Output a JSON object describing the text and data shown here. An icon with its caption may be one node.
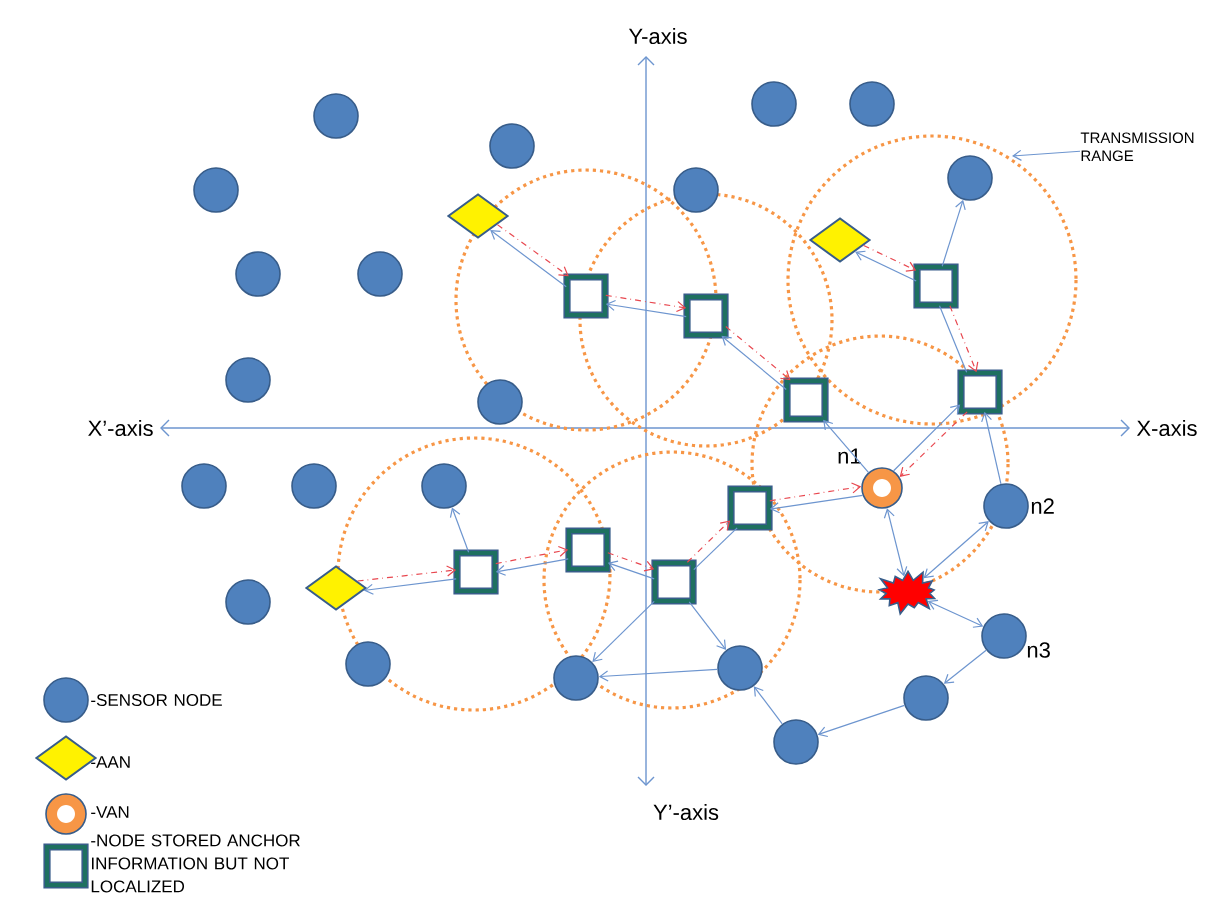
{
  "diagram": {
    "nodes": [
      {
        "text": [],
        "shape": "circle"
      },
      {
        "text": [],
        "shape": "circle"
      },
      {
        "text": [],
        "shape": "circle"
      },
      {
        "text": [],
        "shape": "circle"
      },
      {
        "text": [],
        "shape": "circle"
      },
      {
        "text": [],
        "shape": "circle"
      },
      {
        "text": [],
        "shape": "circle"
      },
      {
        "text": [],
        "shape": "circle"
      },
      {
        "text": [],
        "shape": "circle"
      },
      {
        "text": [],
        "shape": "circle"
      },
      {
        "text": [],
        "shape": "circle"
      },
      {
        "text": [],
        "shape": "diamond"
      },
      {
        "text": [],
        "shape": "diamond"
      },
      {
        "text": [],
        "shape": "box"
      },
      {
        "text": [],
        "shape": "box"
      },
      {
        "text": [],
        "shape": "box"
      },
      {
        "text": [],
        "shape": "box"
      },
      {
        "text": [],
        "shape": "box"
      },
      {
        "text": [],
        "shape": "ring",
        "beside": [
          "n1"
        ]
      },
      {
        "text": [],
        "shape": "circle"
      },
      {
        "text": [],
        "shape": "circle"
      },
      {
        "text": [],
        "shape": "circle"
      },
      {
        "text": [],
        "shape": "circle",
        "beside": [
          "n2"
        ]
      },
      {
        "text": [],
        "shape": "box"
      },
      {
        "text": [],
        "shape": "box"
      },
      {
        "text": [],
        "shape": "box"
      },
      {
        "text": [],
        "shape": "box"
      },
      {
        "text": [],
        "shape": "diamond"
      },
      {
        "text": [],
        "shape": "star"
      },
      {
        "text": [],
        "shape": "circle"
      },
      {
        "text": [],
        "shape": "circle",
        "beside": [
          "n3"
        ]
      },
      {
        "text": [],
        "shape": "circle"
      },
      {
        "text": [],
        "shape": "circle"
      },
      {
        "text": [],
        "shape": "circle"
      },
      {
        "text": [],
        "shape": "circle"
      },
      {
        "text": [],
        "shape": "circle"
      },
      {
        "text": [
          "TRANSMISSION RANGE"
        ]
      }
    ],
    "edges": [
      {
        "from": 13,
        "to": 11,
        "arrow": "to"
      },
      {
        "from": 11,
        "to": 13,
        "arrow": "to",
        "style": "dashed",
        "color": "#e8474f"
      },
      {
        "from": 14,
        "to": 13,
        "arrow": "to"
      },
      {
        "from": 13,
        "to": 14,
        "arrow": "to",
        "style": "dashed",
        "color": "#e8474f"
      },
      {
        "from": 16,
        "to": 14,
        "arrow": "to"
      },
      {
        "from": 14,
        "to": 16,
        "arrow": "to",
        "style": "dashed",
        "color": "#e8474f"
      },
      {
        "from": 15,
        "to": 12,
        "arrow": "to"
      },
      {
        "from": 12,
        "to": 15,
        "arrow": "to",
        "style": "dashed",
        "color": "#e8474f"
      },
      {
        "from": 15,
        "to": 10,
        "arrow": "to"
      },
      {
        "from": 15,
        "to": 17,
        "arrow": "to",
        "style": "dashed",
        "color": "#e8474f"
      },
      {
        "from": 17,
        "to": 15,
        "arrow": "none"
      },
      {
        "from": 18,
        "to": 16,
        "arrow": "to"
      },
      {
        "from": 17,
        "to": 18,
        "arrow": "to",
        "style": "dashed",
        "color": "#e8474f"
      },
      {
        "from": 18,
        "to": 17,
        "arrow": "to"
      },
      {
        "from": 23,
        "to": 18,
        "arrow": "to",
        "style": "dashed",
        "color": "#e8474f"
      },
      {
        "from": 18,
        "to": 23,
        "arrow": "to"
      },
      {
        "from": 26,
        "to": 23,
        "arrow": "to",
        "style": "dashed",
        "color": "#e8474f"
      },
      {
        "from": 23,
        "to": 26,
        "arrow": "none"
      },
      {
        "from": 24,
        "to": 26,
        "arrow": "to",
        "style": "dashed",
        "color": "#e8474f"
      },
      {
        "from": 26,
        "to": 24,
        "arrow": "to"
      },
      {
        "from": 25,
        "to": 24,
        "arrow": "to",
        "style": "dashed",
        "color": "#e8474f"
      },
      {
        "from": 24,
        "to": 25,
        "arrow": "to"
      },
      {
        "from": 27,
        "to": 25,
        "arrow": "to",
        "style": "dashed",
        "color": "#e8474f"
      },
      {
        "from": 25,
        "to": 27,
        "arrow": "to"
      },
      {
        "from": 25,
        "to": 21,
        "arrow": "to"
      },
      {
        "from": 26,
        "to": 32,
        "arrow": "to"
      },
      {
        "from": 26,
        "to": 33,
        "arrow": "to"
      },
      {
        "from": 32,
        "to": 33,
        "arrow": "to"
      },
      {
        "from": 35,
        "to": 32,
        "arrow": "to"
      },
      {
        "from": 34,
        "to": 35,
        "arrow": "to"
      },
      {
        "from": 30,
        "to": 34,
        "arrow": "to"
      },
      {
        "from": 28,
        "to": 30,
        "arrow": "both"
      },
      {
        "from": 28,
        "to": 22,
        "arrow": "both"
      },
      {
        "from": 28,
        "to": 18,
        "arrow": "both"
      },
      {
        "from": 22,
        "to": 17,
        "arrow": "to"
      },
      {
        "from": 36,
        "to": null,
        "arrow": "to"
      }
    ],
    "labels": [
      "Y-axis",
      "X’-axis",
      "X-axis",
      "Y’-axis"
    ],
    "legend": [
      {
        "text": "-SENSOR NODE"
      },
      {
        "text": "-AAN"
      },
      {
        "text": "-VAN"
      },
      {
        "text": "-NODE STORED ANCHOR INFORMATION BUT NOT LOCALIZED"
      }
    ]
  }
}
